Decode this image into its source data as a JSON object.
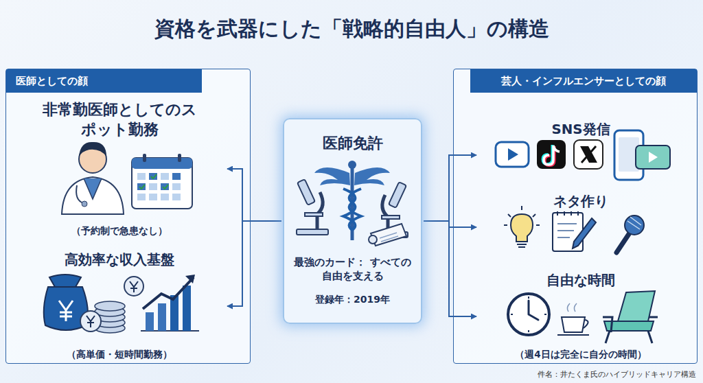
{
  "diagram": {
    "title": "資格を武器にした「戦略的自由人」の構造",
    "caption": "件名：井たくま氏のハイブリッドキャリア構造",
    "nodes": [
      {
        "text": [
          "医師としての顔"
        ]
      },
      {
        "text": [
          "非常勤医師としてのスポット勤務",
          "（予約制で急患なし）"
        ],
        "in": 0
      },
      {
        "text": [
          "高効率な収入基盤",
          "（高単価・短時間勤務）"
        ],
        "in": 0
      },
      {
        "text": [
          "医師免許",
          "最強のカード： すべての自由を支える",
          "登録年：2019年"
        ]
      },
      {
        "text": [
          "芸人・インフルエンサーとしての顔"
        ]
      },
      {
        "text": [
          "SNS発信"
        ],
        "in": 4
      },
      {
        "text": [
          "ネタ作り"
        ],
        "in": 4
      },
      {
        "text": [
          "自由な時間",
          "（週4日は完全に自分の時間）"
        ],
        "in": 4
      }
    ],
    "edges": [
      {
        "from": 3,
        "to": 1,
        "arrow": "to"
      },
      {
        "from": 3,
        "to": 2,
        "arrow": "to"
      },
      {
        "from": 3,
        "to": 5,
        "arrow": "to"
      },
      {
        "from": 3,
        "to": 6,
        "arrow": "to"
      },
      {
        "from": 3,
        "to": 7,
        "arrow": "to"
      }
    ]
  }
}
